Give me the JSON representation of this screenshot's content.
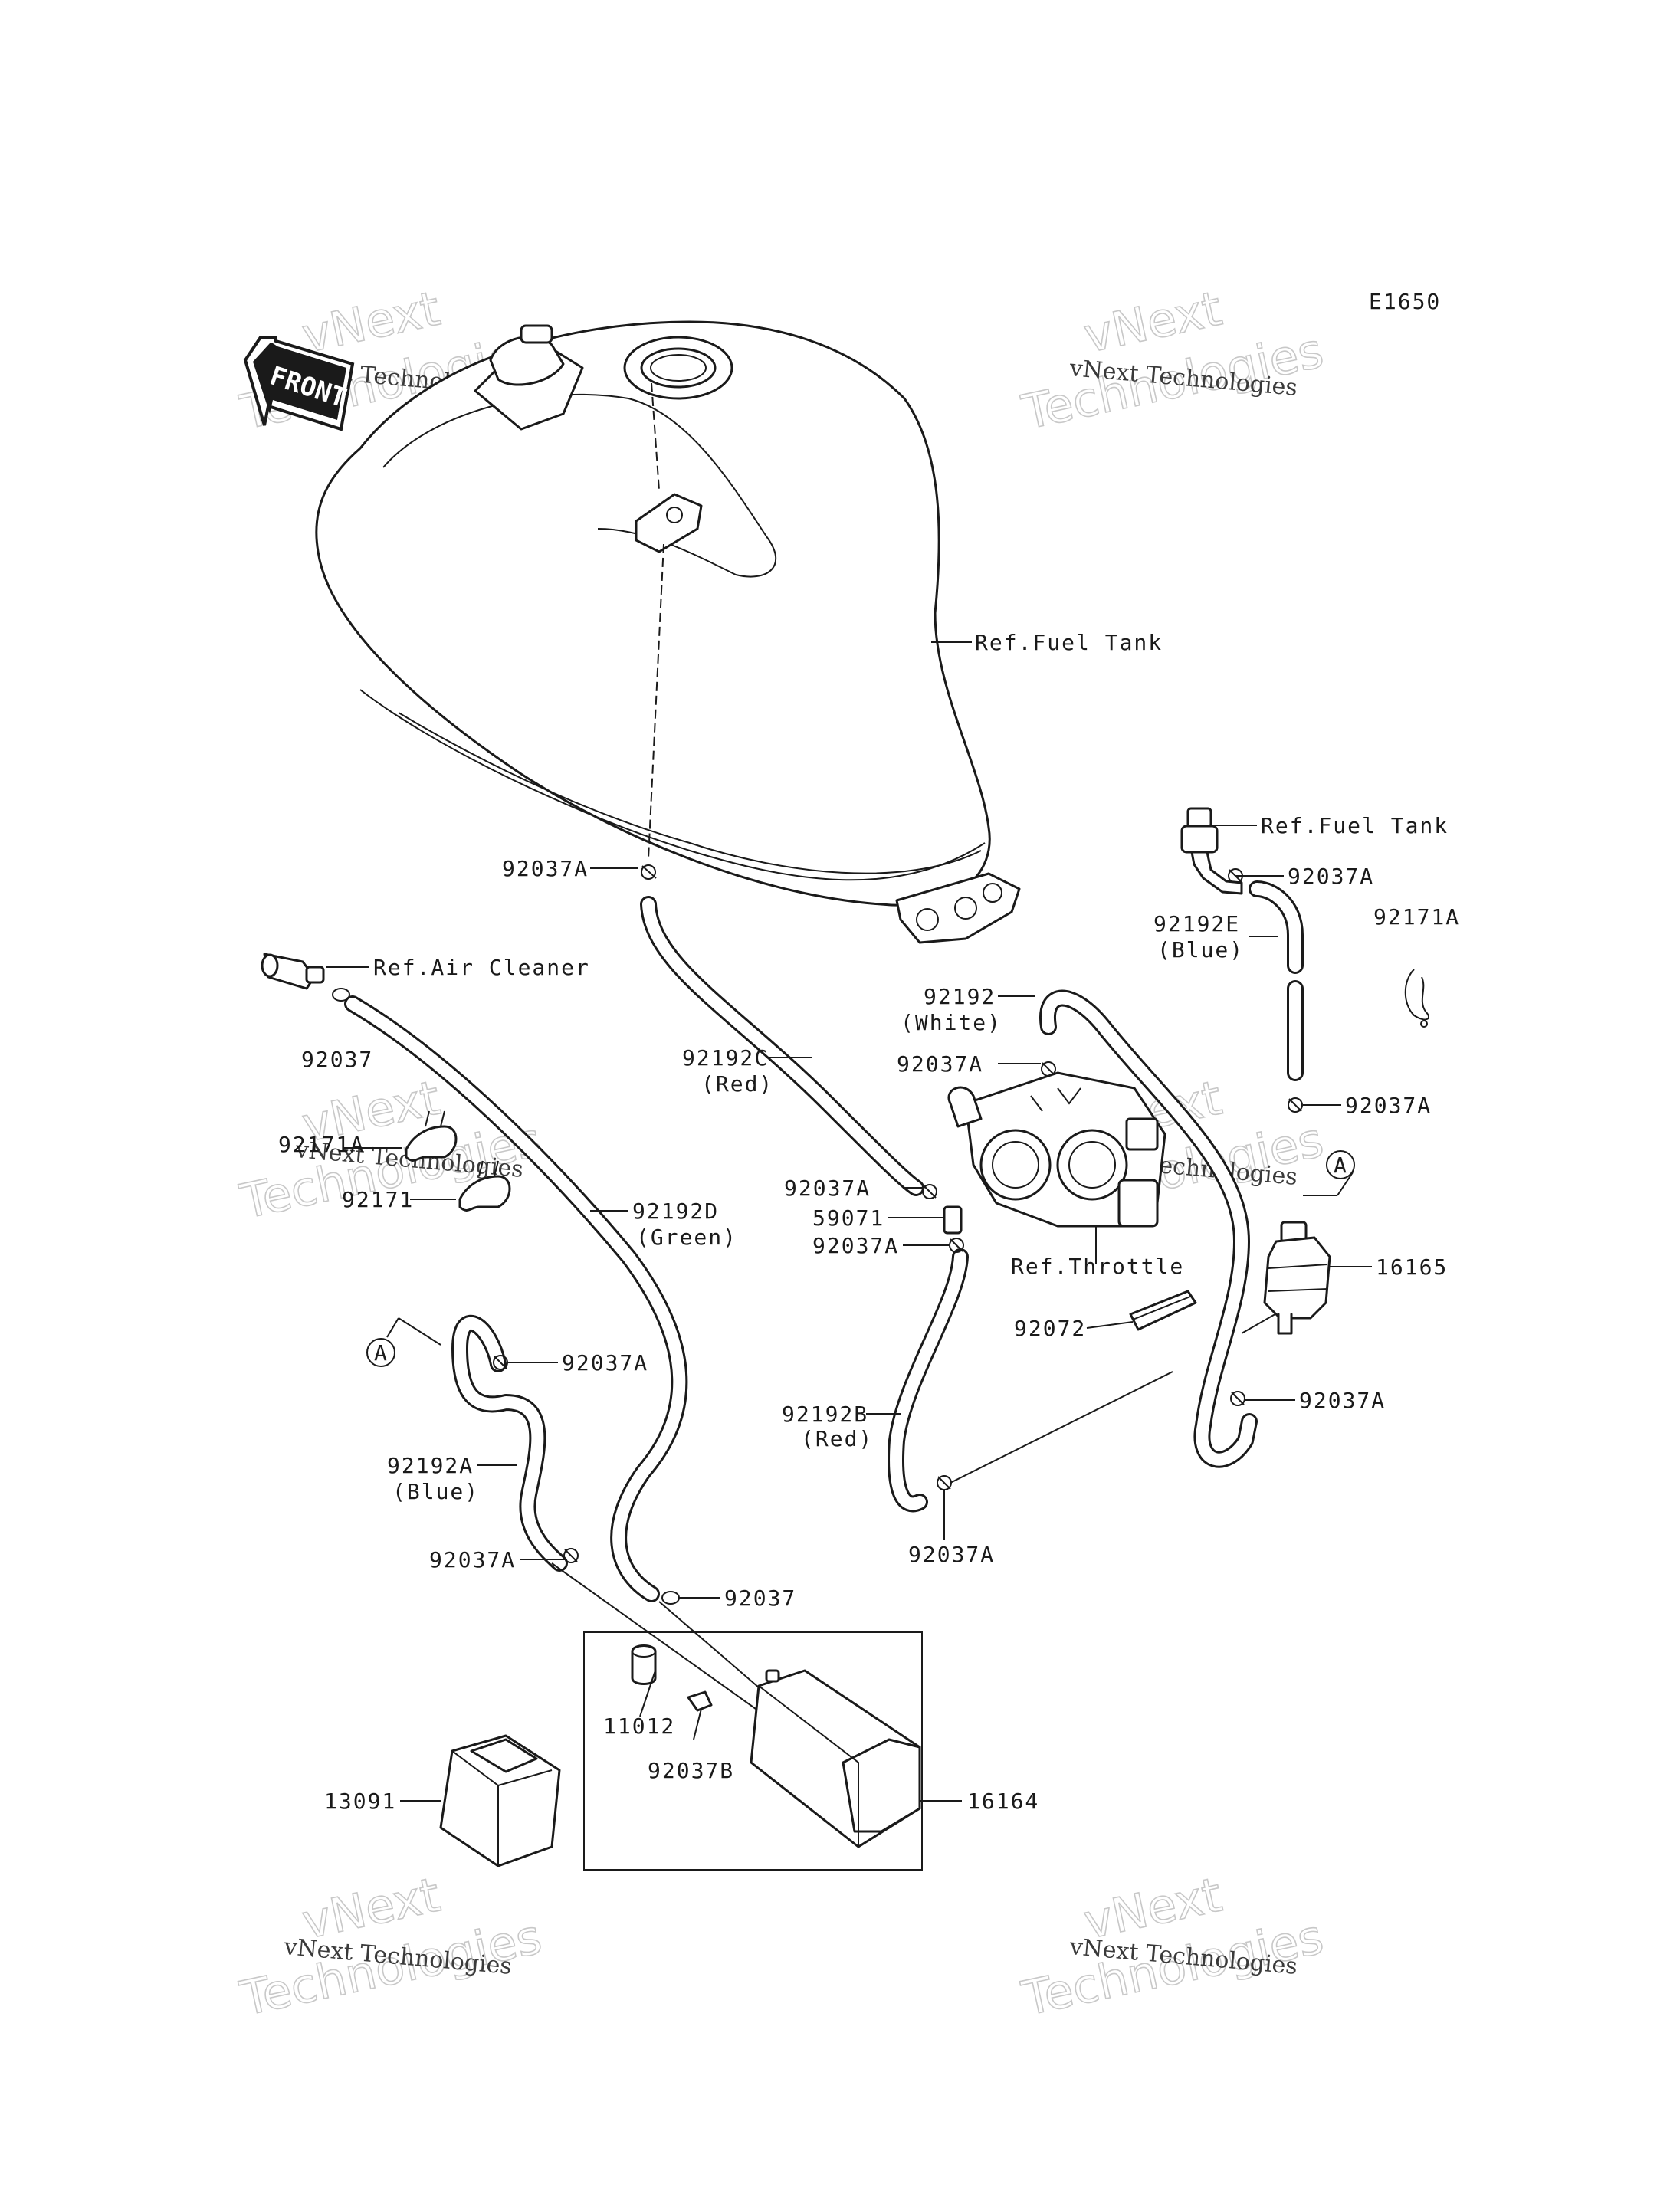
{
  "diagram_code": "E1650",
  "front_arrow": "FRONT",
  "watermark": {
    "line1": "vNext",
    "line2": "Technologies",
    "caption": "vNext Technologies"
  },
  "labels": {
    "ref_fuel_tank_main": "Ref.Fuel Tank",
    "ref_fuel_tank_side": "Ref.Fuel Tank",
    "ref_air_cleaner": "Ref.Air Cleaner",
    "ref_throttle": "Ref.Throttle",
    "p92037A_tank": "92037A",
    "p92037A_right_top": "92037A",
    "p92192E": "92192E",
    "p92192E_color": "(Blue)",
    "p92171A_right": "92171A",
    "p92037": "92037",
    "p92192C": "92192C",
    "p92192C_color": "(Red)",
    "p92192": "92192",
    "p92192_color": "(White)",
    "p92037A_white": "92037A",
    "p92037A_right_mid": "92037A",
    "p92171A_left": "92171A",
    "p92171": "92171",
    "p92192D": "92192D",
    "p92192D_color": "(Green)",
    "p92037A_red_top": "92037A",
    "p59071": "59071",
    "p92037A_red_bottom": "92037A",
    "p16165": "16165",
    "circle_A": "A",
    "p92072": "92072",
    "p92037A_blue_left": "92037A",
    "p92037A_filter": "92037A",
    "p92192B": "92192B",
    "p92192B_color": "(Red)",
    "p92192A": "92192A",
    "p92192A_color": "(Blue)",
    "p92037A_bottom_left": "92037A",
    "p92037_bottom": "92037",
    "p92037A_bottom_mid": "92037A",
    "p11012": "11012",
    "p92037B": "92037B",
    "p13091": "13091",
    "p16164": "16164"
  }
}
